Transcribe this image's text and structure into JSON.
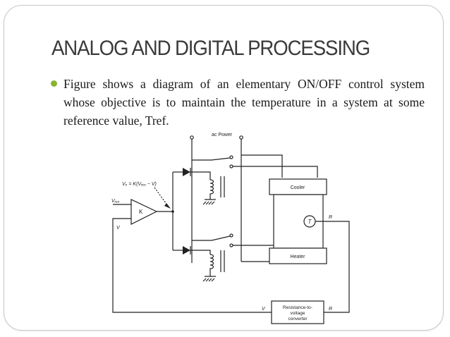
{
  "slide": {
    "title": "ANALOG AND DIGITAL PROCESSING",
    "bullet_text": "Figure  shows a diagram of an elementary ON/OFF control system whose objective is to maintain the temperature in a system at some reference value, Tref."
  },
  "diagram": {
    "ac_power": "ac Power",
    "equation": "Vₒ = K(Vᵣₑₒ − V)",
    "vref": "Vᵣₑₒ",
    "v_input": "V",
    "amp_gain": "K",
    "cooler": "Cooler",
    "heater": "Heater",
    "sensor": "T",
    "r_top": "R",
    "converter_line1": "Resistance-to-",
    "converter_line2": "voltage",
    "converter_line3": "converter",
    "conv_v": "V",
    "conv_r": "R"
  },
  "colors": {
    "bullet": "#8bb230",
    "title": "#3a3a3a"
  }
}
